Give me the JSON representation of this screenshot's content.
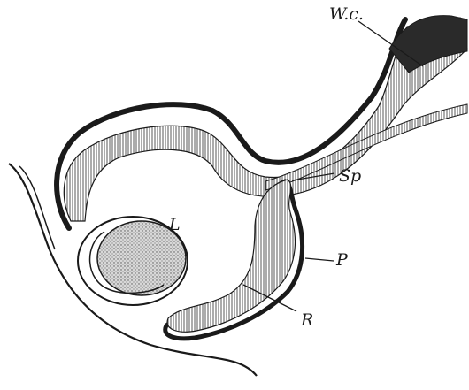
{
  "figure": {
    "labels": {
      "wc": "W.c.",
      "sp": "Sp",
      "l": "L",
      "p": "P",
      "r": "R"
    },
    "colors": {
      "ink": "#1a1a1a",
      "tissue": "#cfcfcf",
      "hatch": "#6a6a6a",
      "paper": "#ffffff"
    }
  }
}
